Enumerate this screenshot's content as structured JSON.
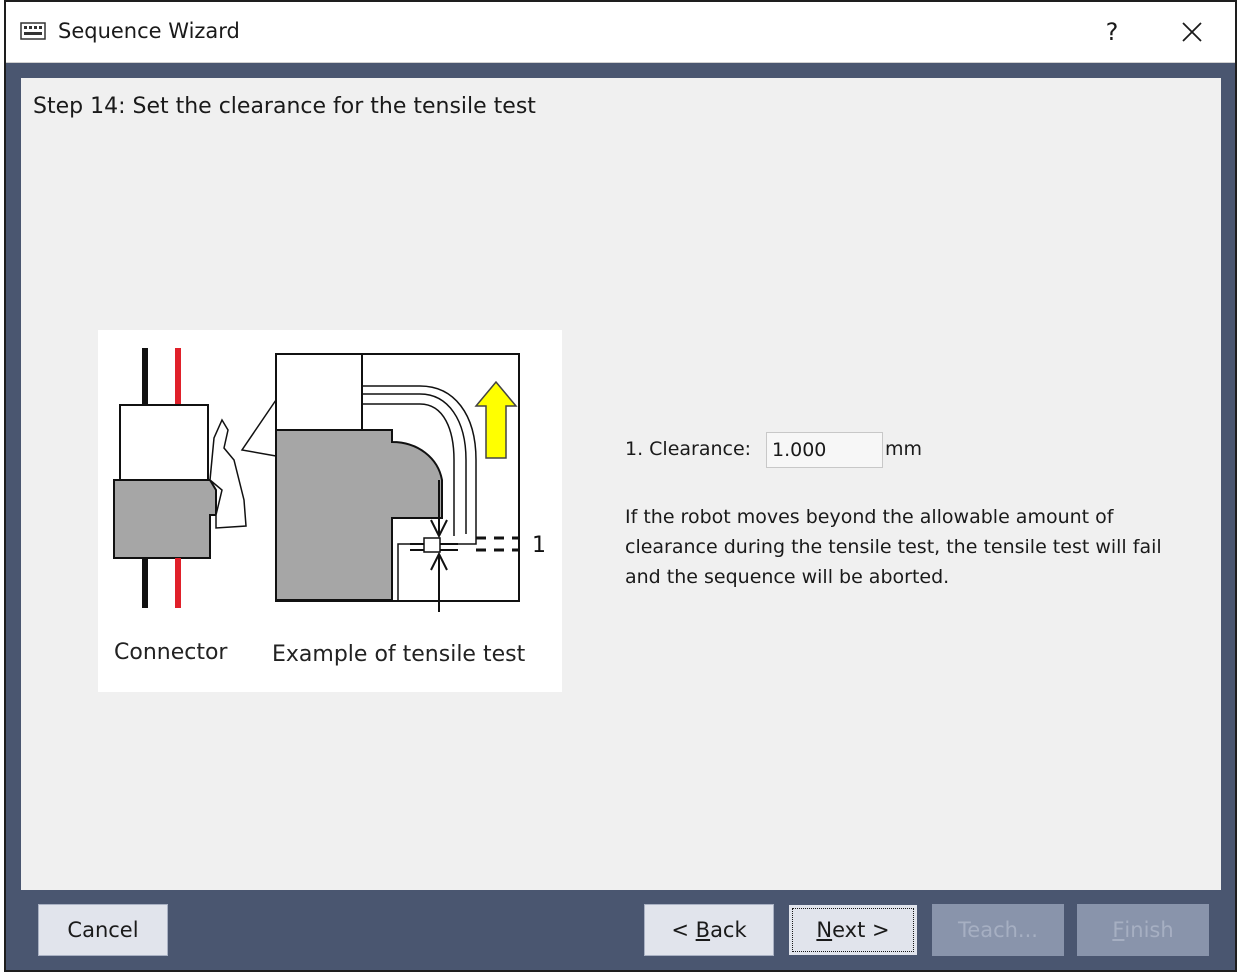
{
  "window": {
    "title": "Sequence Wizard",
    "help_label": "?"
  },
  "step": {
    "title": "Step 14: Set the clearance for the tensile test"
  },
  "illustration": {
    "caption_connector": "Connector",
    "caption_example": "Example of tensile test",
    "dimension_label": "1"
  },
  "form": {
    "clearance_label": "1. Clearance:",
    "clearance_value": "1.000",
    "unit": "mm",
    "info": "If the robot moves beyond the allowable amount of clearance during the tensile test, the tensile test will fail and the sequence will be aborted."
  },
  "buttons": {
    "cancel": "Cancel",
    "back_prefix": "< ",
    "back_mnemonic": "B",
    "back_rest": "ack",
    "next_mnemonic": "N",
    "next_rest": "ext >",
    "teach": "Teach...",
    "finish_mnemonic": "F",
    "finish_rest": "inish"
  },
  "colors": {
    "frame": "#4a5670",
    "panel": "#f0f0f0",
    "button": "#e1e4ec",
    "button_disabled": "#8994ab",
    "wire_red": "#e0202a",
    "arrow_yellow": "#ffff00",
    "part_gray": "#a6a6a6"
  }
}
